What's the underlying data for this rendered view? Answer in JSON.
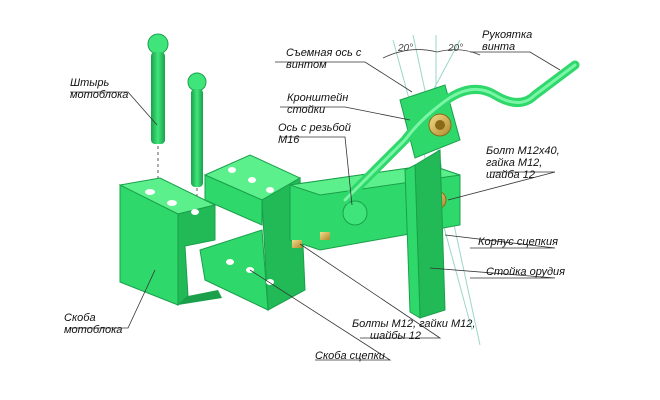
{
  "labels": {
    "pin": [
      "Штырь",
      "мотоблока"
    ],
    "removable_axle": [
      "Съемная ось с",
      "винтом"
    ],
    "screw_handle": [
      "Рукоятка",
      "винта"
    ],
    "stand_bracket": [
      "Кронштейн",
      "стойки"
    ],
    "threaded_axle": [
      "Ось с резьбой",
      "М16"
    ],
    "bolt_m12x40": [
      "Болт М12х40,",
      "гайка М12,",
      "шайба 12"
    ],
    "coupling_body": "Корпус сцепкия",
    "tool_stand": "Стойка орудия",
    "bolts_m12": [
      "Болты М12, гайки М12,",
      "шайбы 12"
    ],
    "walktractor_bracket": [
      "Скоба",
      "мотоблока"
    ],
    "coupling_bracket": "Скоба сцепки",
    "angle_left": "20°",
    "angle_right": "20°"
  },
  "colors": {
    "part_green": "#2fd86a",
    "part_dark": "#1aa04b",
    "brass": "#d8b64a",
    "leader": "#333333",
    "axis_line": "#9ad7c9"
  }
}
